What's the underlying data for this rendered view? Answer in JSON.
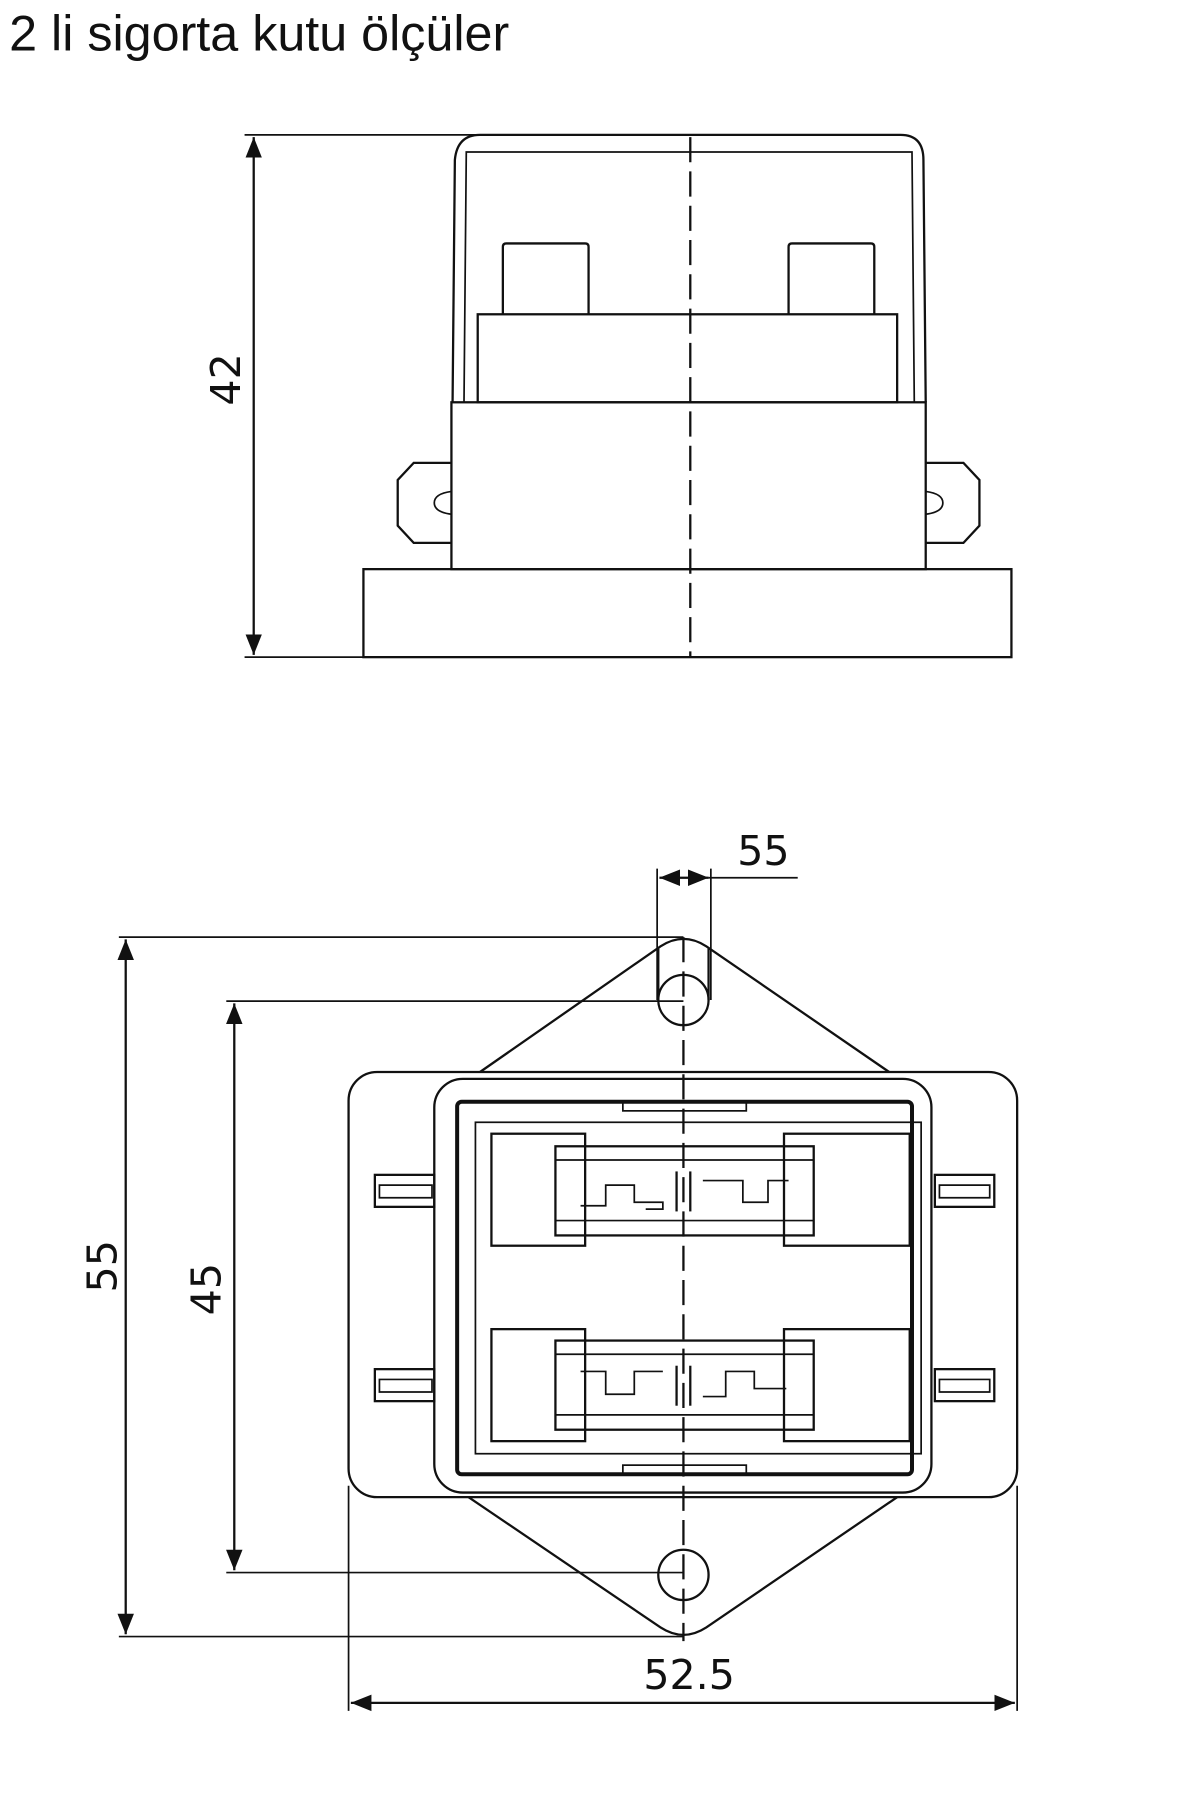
{
  "title": "2 li sigorta kutu ölçüler",
  "side_view": {
    "height_label": "42"
  },
  "top_view": {
    "hole_width_label": "55",
    "overall_height_label": "55",
    "hole_spacing_label": "45",
    "width_label": "52.5"
  }
}
